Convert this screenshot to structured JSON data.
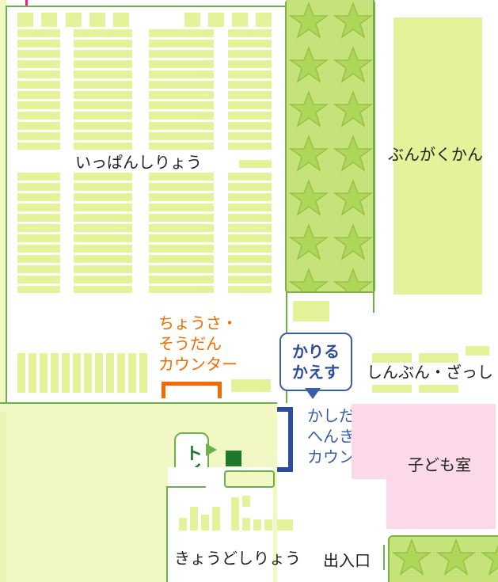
{
  "map": {
    "areas": {
      "general": "いっぱんしりょう",
      "literature": "ぶんがくかん",
      "newspapers": "しんぶん・ざっし",
      "children": "子ども室",
      "school_materials": "きょうどしりょう",
      "entrance": "出入口"
    },
    "counters": {
      "reference_line1": "ちょうさ・",
      "reference_line2": "そうだん",
      "reference_line3": "カウンター",
      "lending_line1": "かしだし・",
      "lending_line2": "へんきゃく",
      "lending_line3": "カウンター"
    },
    "callouts": {
      "borrow_return_line1": "かりる",
      "borrow_return_line2": "かえす",
      "toilet": "トイレ"
    },
    "colors": {
      "shelf": "#e4f29a",
      "area_fill": "#f2f8c4",
      "wall": "#6ab04c",
      "star_area": "#c5e37a",
      "children_room": "#fbd9e8",
      "reference_counter": "#ef6c00",
      "lending_counter": "#2c4c9c",
      "toilet_marker": "#1e7a2a"
    },
    "icons": {
      "star_pattern": "star-icon",
      "toilet_marker": "square-icon"
    }
  }
}
